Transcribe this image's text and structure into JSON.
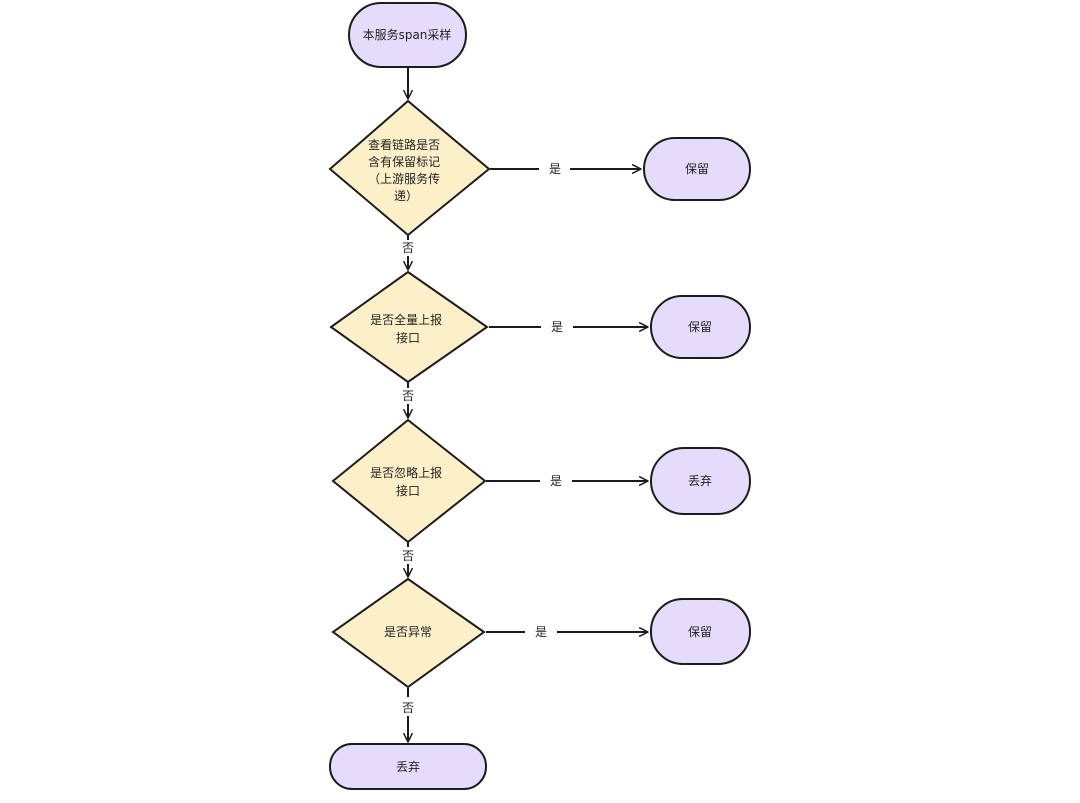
{
  "colors": {
    "terminal_fill": "#e4dcfa",
    "decision_fill": "#fdf0c9",
    "stroke": "#1c1c1c",
    "background": "#ffffff"
  },
  "nodes": {
    "start": {
      "text": "本服务span采样"
    },
    "d1": {
      "lines": [
        "查看链路是否",
        "含有保留标记",
        "（上游服务传",
        "递）"
      ]
    },
    "d2": {
      "lines": [
        "是否全量上报",
        "接口"
      ]
    },
    "d3": {
      "lines": [
        "是否忽略上报",
        "接口"
      ]
    },
    "d4": {
      "lines": [
        "是否异常"
      ]
    },
    "r1": {
      "text": "保留"
    },
    "r2": {
      "text": "保留"
    },
    "r3": {
      "text": "丢弃"
    },
    "r4": {
      "text": "保留"
    },
    "end": {
      "text": "丢弃"
    }
  },
  "edges": {
    "d1_yes": "是",
    "d1_no": "否",
    "d2_yes": "是",
    "d2_no": "否",
    "d3_yes": "是",
    "d3_no": "否",
    "d4_yes": "是",
    "d4_no": "否"
  }
}
